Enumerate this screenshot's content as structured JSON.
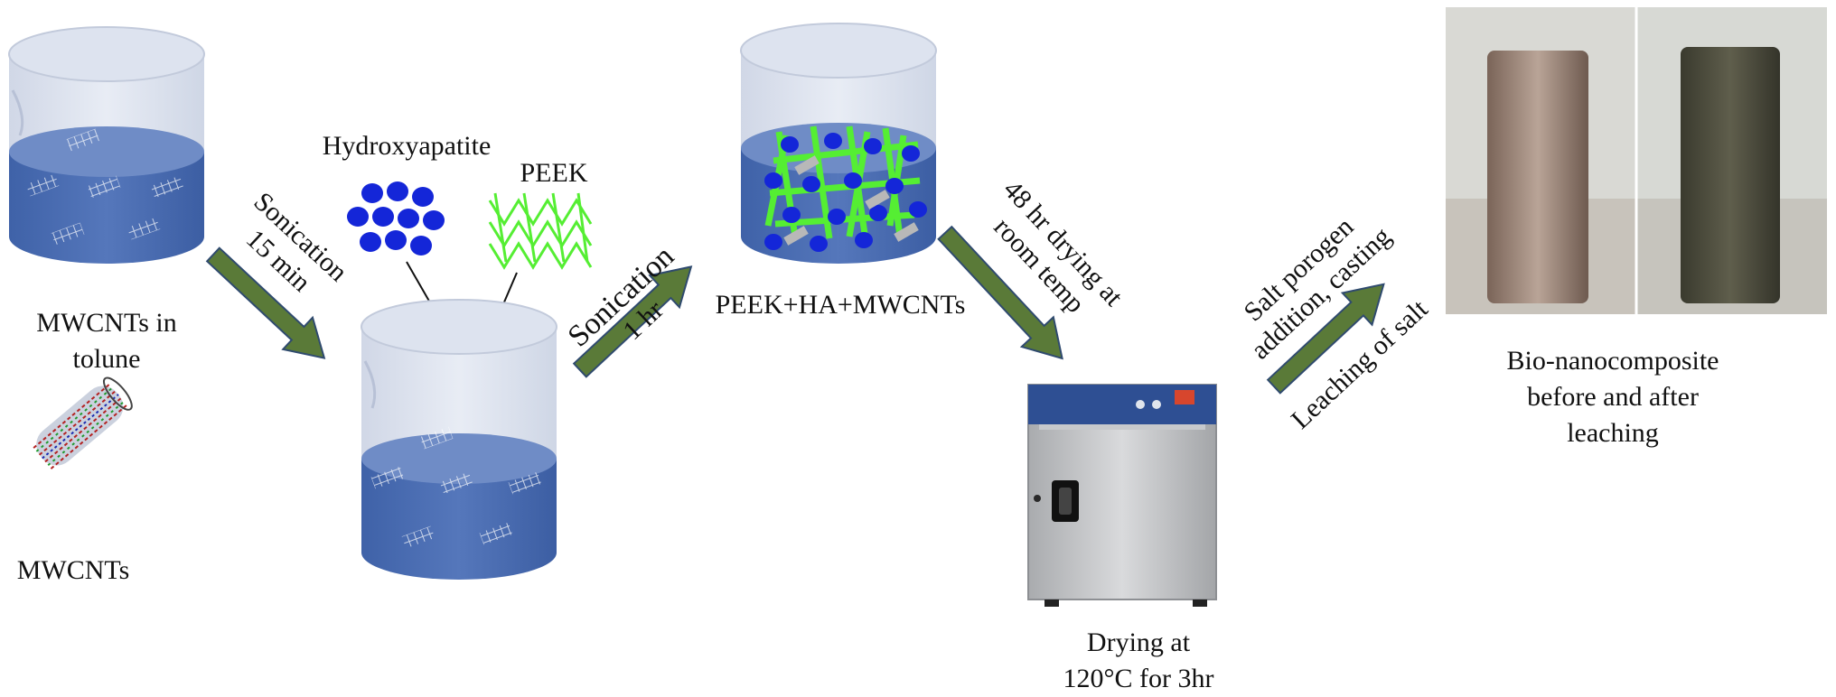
{
  "labels": {
    "mwcnts_in_tolune_line1": "MWCNTs in",
    "mwcnts_in_tolune_line2": "tolune",
    "mwcnts": "MWCNTs",
    "hydroxyapatite": "Hydroxyapatite",
    "peek": "PEEK",
    "peek_ha_mwcnts": "PEEK+HA+MWCNTs",
    "drying_line1": "Drying at",
    "drying_line2": "120°C for 3hr",
    "bio_line1": "Bio-nanocomposite",
    "bio_line2": "before and after",
    "bio_line3": "leaching"
  },
  "arrow_labels": {
    "a1_line1": "Sonication",
    "a1_line2": "15 min",
    "a2_line1": "Sonication",
    "a2_line2": "1 hr",
    "a3_line1": "48 hr drying at",
    "a3_line2": "room temp",
    "a4_line1": "Salt porogen",
    "a4_line2": "addition, casting",
    "a4_line3": "Leaching of salt"
  },
  "colors": {
    "arrow_fill": "#5a7a38",
    "arrow_stroke": "#2f4a6e",
    "liquid": "#4a6db0",
    "glass": "#d5dcea",
    "ha_blue": "#1426d8",
    "peek_green": "#55ee33"
  }
}
